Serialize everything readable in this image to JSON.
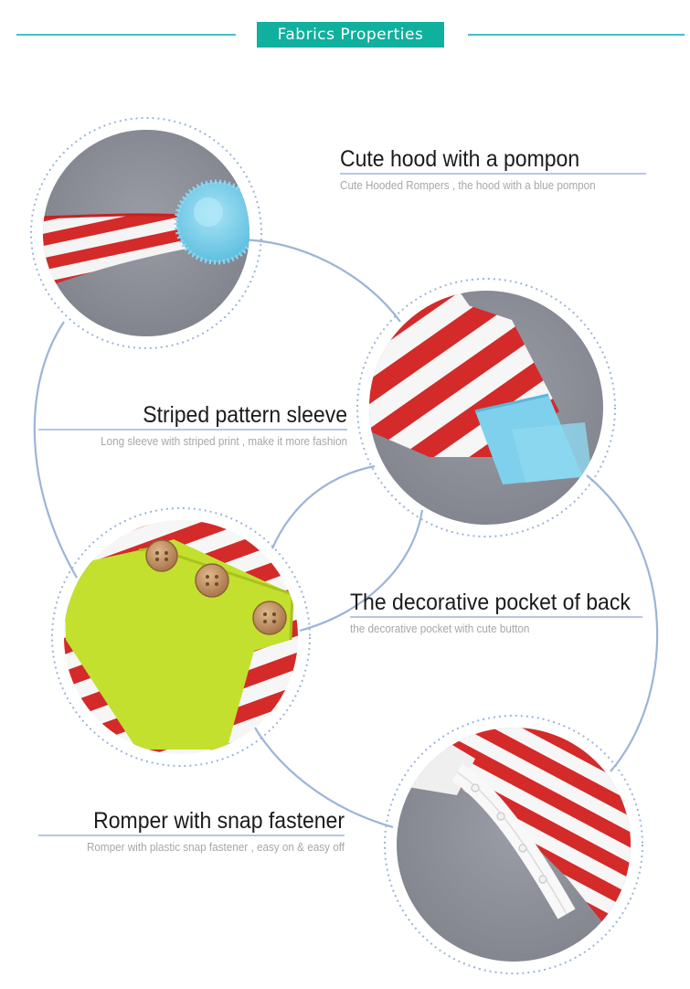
{
  "header": {
    "title": "Fabrics Properties"
  },
  "features": [
    {
      "title": "Cute hood with a pompon",
      "description": "Cute Hooded  Rompers  , the hood with a blue pompon"
    },
    {
      "title": "Striped pattern sleeve",
      "description": "Long sleeve  with striped print , make it more fashion"
    },
    {
      "title": "The decorative pocket of back",
      "description": "the decorative pocket with cute button"
    },
    {
      "title": "Romper with snap fastener",
      "description": "Romper with plastic snap fastener , easy on & easy off"
    }
  ],
  "colors": {
    "accent": "#0fb09e",
    "header_line": "#3fc3c6",
    "connector": "#9cb4d8",
    "stripe_red": "#d42a2a",
    "pompon_blue": "#7fd0ec",
    "pocket_green": "#c3e02e",
    "button_wood": "#c79463",
    "photo_background": "#8c8e98"
  },
  "photos": [
    {
      "subject": "hood-pompon-photo"
    },
    {
      "subject": "striped-sleeve-photo"
    },
    {
      "subject": "pocket-buttons-photo"
    },
    {
      "subject": "snap-fastener-photo"
    }
  ]
}
